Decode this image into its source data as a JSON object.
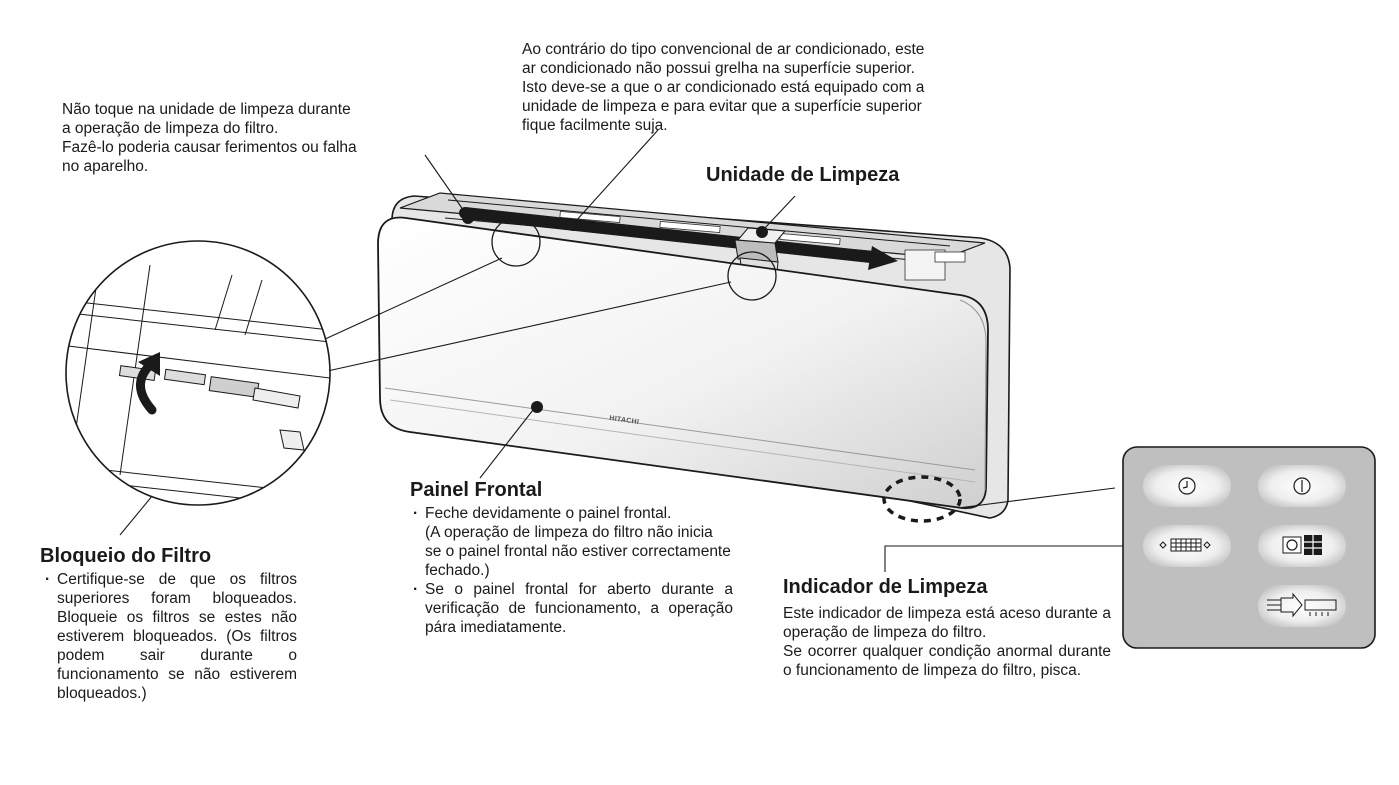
{
  "top_note": {
    "text": "Ao contrário do tipo convencional de ar condicionado, este ar condicionado não possui grelha na superfície superior. Isto deve-se a que o ar condicionado está equipado com a unidade de limpeza e para evitar que a superfície superior fique facilmente suja."
  },
  "cleaning_warning": {
    "line1": "Não toque na unidade de limpeza durante a operação de limpeza do filtro.",
    "line2": "Fazê-lo poderia causar ferimentos ou falha no aparelho."
  },
  "cleaning_unit": {
    "label": "Unidade de Limpeza"
  },
  "front_panel": {
    "title": "Painel Frontal",
    "items": [
      "Feche devidamente o painel frontal.",
      "(A operação de limpeza do filtro não inicia se o painel frontal não estiver correctamente fechado.)",
      "Se o painel frontal for aberto durante a verificação de funcionamento, a operação pára imediatamente."
    ]
  },
  "filter_lock": {
    "title": "Bloqueio do Filtro",
    "text": "Certifique-se de que os filtros superiores foram bloqueados. Bloqueie os filtros se estes não estiverem bloqueados. (Os filtros podem sair durante o funcionamento se não estiverem bloqueados.)"
  },
  "cleaning_indicator": {
    "title": "Indicador de Limpeza",
    "line1": "Este indicador de limpeza está aceso durante a operação de limpeza do filtro.",
    "line2": "Se ocorrer qualquer condição anormal durante o funcionamento de limpeza do filtro, pisca."
  },
  "unit": {
    "brand": "HITACHI"
  },
  "indicator_panel": {
    "icons": [
      "timer-icon",
      "power-icon",
      "filter-cleaning-icon",
      "mode-icon",
      "airflow-icon"
    ]
  }
}
